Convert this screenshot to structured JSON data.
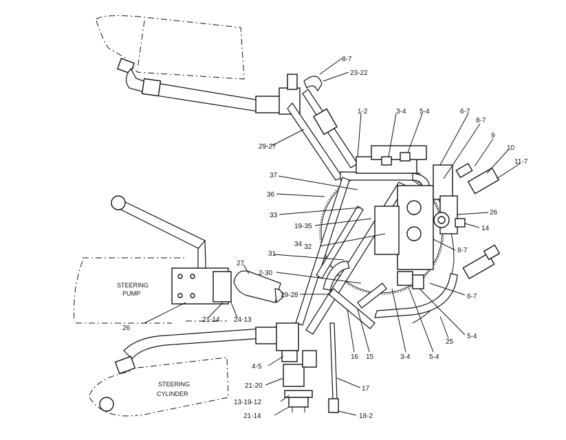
{
  "machine_labels": {
    "steering_pump_line1": "STEERING",
    "steering_pump_line2": "PUMP",
    "steering_cylinder_line1": "STEERING",
    "steering_cylinder_line2": "CYLINDER"
  },
  "callouts": {
    "c_8_7_top": "8-7",
    "c_23_22": "23-22",
    "c_1_2": "1-2",
    "c_3_4_top": "3-4",
    "c_5_4_top": "5-4",
    "c_6_7_top": "6-7",
    "c_8_7_right": "8-7",
    "c_9": "9",
    "c_10": "10",
    "c_11_7": "11-7",
    "c_29_27": "29-27",
    "c_37": "37",
    "c_36": "36",
    "c_33": "33",
    "c_19_35": "19-35",
    "c_26_right": "26",
    "c_14": "14",
    "c_34": "34",
    "c_32": "32",
    "c_8_7_mid": "8-7",
    "c_31": "31",
    "c_27": "27",
    "c_2_30": "2-30",
    "c_6_7_low": "6-7",
    "c_29_28": "29-28",
    "c_5_4_right": "5-4",
    "c_25": "25",
    "c_26_left": "26",
    "c_21_14_left": "21-14",
    "c_24_13": "24-13",
    "c_16": "16",
    "c_15": "15",
    "c_3_4_low": "3-4",
    "c_5_4_low": "5-4",
    "c_4_5": "4-5",
    "c_21_20": "21-20",
    "c_17": "17",
    "c_13_19_12": "13-19-12",
    "c_21_14_bottom": "21-14",
    "c_18_2": "18-2"
  }
}
